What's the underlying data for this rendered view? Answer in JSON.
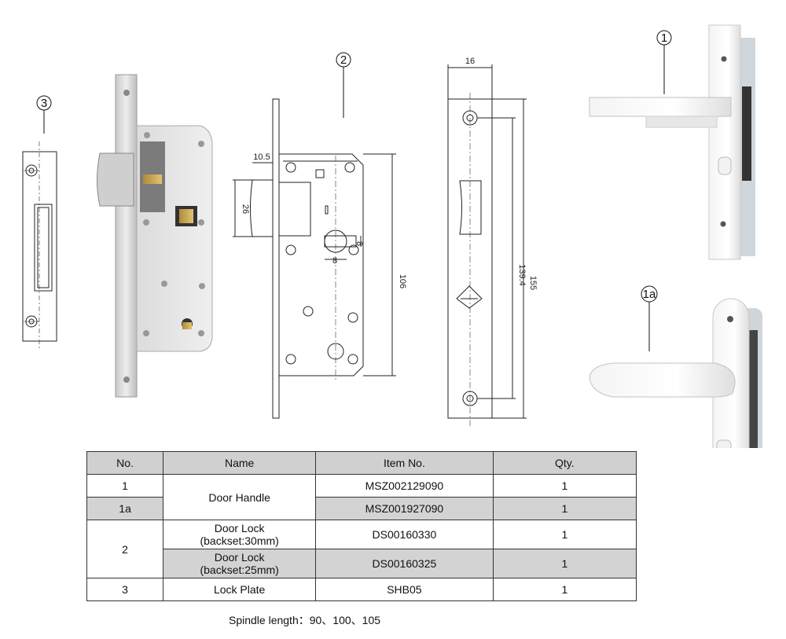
{
  "callouts": {
    "c1": "1",
    "c1a": "1a",
    "c2": "2",
    "c3": "3"
  },
  "dimensions": {
    "d105": "10.5",
    "d26": "26",
    "d8a": "8",
    "d8b": "8",
    "d106": "106",
    "d16": "16",
    "d1394": "139.4",
    "d155": "155"
  },
  "table": {
    "headers": {
      "no": "No.",
      "name": "Name",
      "item": "Item No.",
      "qty": "Qty."
    },
    "rows": [
      {
        "no": "1",
        "item": "MSZ002129090",
        "qty": "1"
      },
      {
        "no": "1a",
        "item": "MSZ001927090",
        "qty": "1"
      },
      {
        "item": "DS00160330",
        "qty": "1"
      },
      {
        "item": "DS00160325",
        "qty": "1"
      },
      {
        "no": "3",
        "name": "Lock Plate",
        "item": "SHB05",
        "qty": "1"
      }
    ],
    "merged": {
      "door_handle": "Door Handle",
      "no_2": "2",
      "lock30_l1": "Door Lock",
      "lock30_l2": "(backset:30mm)",
      "lock25_l1": "Door Lock",
      "lock25_l2": "(backset:25mm)"
    }
  },
  "spindle": "Spindle length：90、100、105",
  "colors": {
    "header_bg": "#d0d0d0",
    "shade_bg": "#d3d3d3",
    "line": "#333333"
  }
}
